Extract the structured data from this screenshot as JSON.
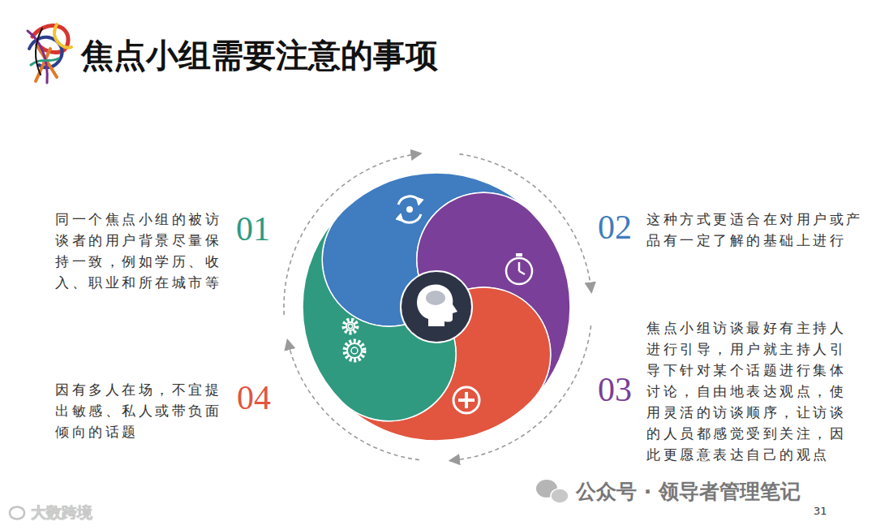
{
  "diagram": {
    "title": "焦点小组需要注意的事项",
    "labels": [
      "01",
      "同一个焦点小组的被访 谈者的用户背景尽量保 持一致，例如学历、收 入、职业和所在城市等",
      "02",
      "这种方式更适合在对用户或产 品有一定了解的基础上进行",
      "03",
      "焦点小组访谈最好有主持人 进行引导，用户就主持人引 导下针对某个话题进行集体 讨论，自由地表达观点，使 用灵活的访谈顺序，让访谈 的人员都感觉受到关注，因 此更愿意表达自己的观点",
      "04",
      "因有多人在场，不宜提 出敏感、私人或带负面 倾向的话题",
      "公众号 · 领导者管理笔记",
      "大数跨境",
      "31"
    ]
  }
}
